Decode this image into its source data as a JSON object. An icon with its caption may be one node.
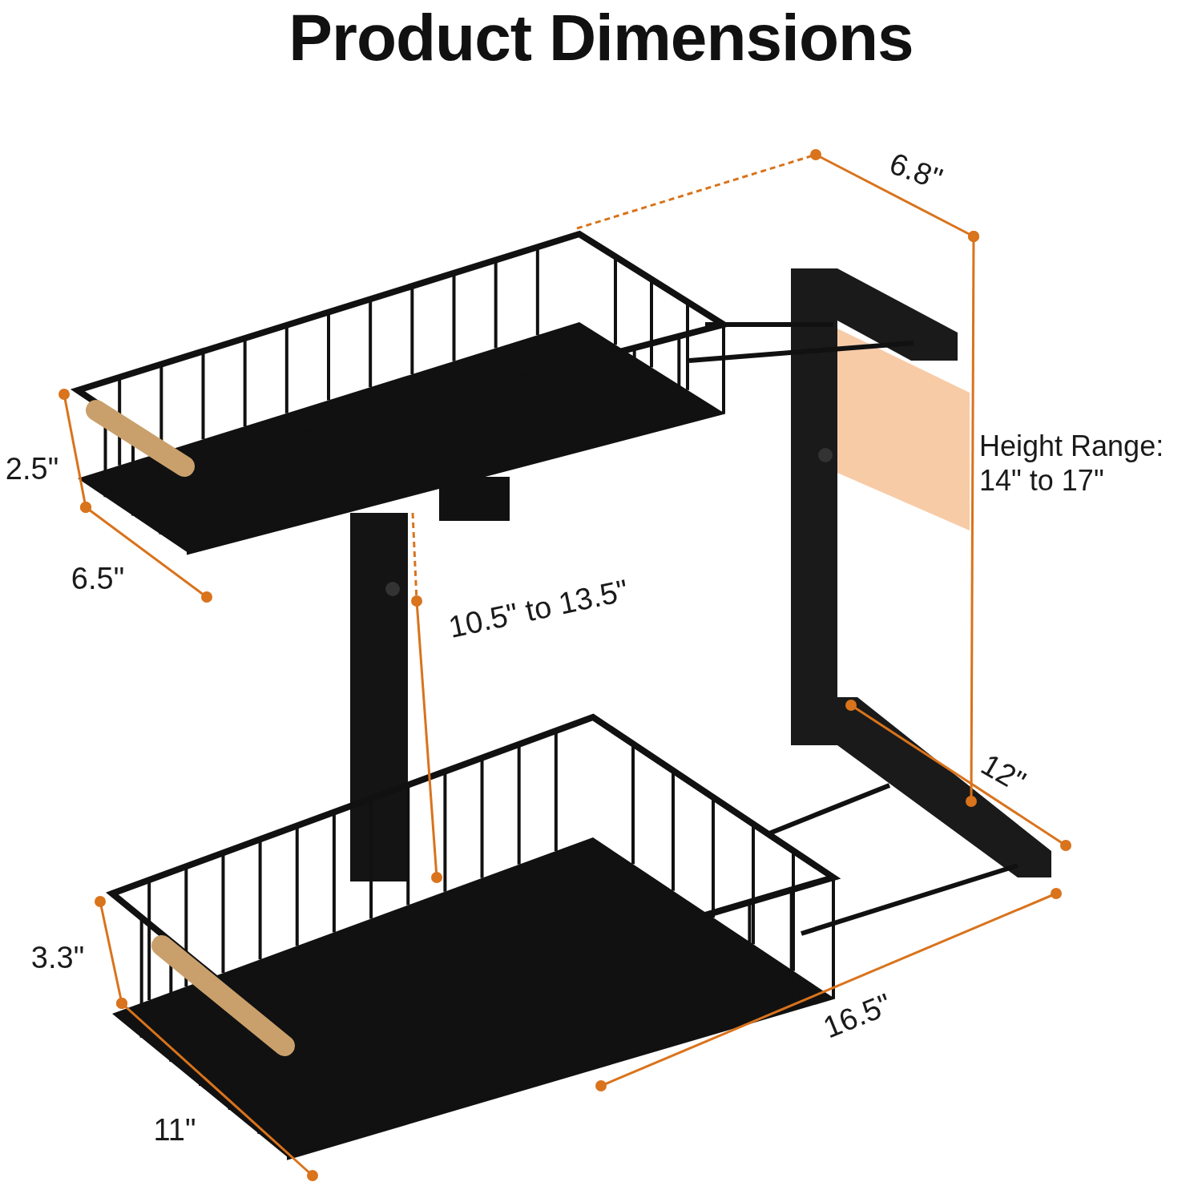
{
  "diagram": {
    "title": "Product Dimensions",
    "labels": [
      "6.8\"",
      "2.5\"",
      "Height Range: 14\" to 17\"",
      "6.5\"",
      "10.5\" to 13.5\"",
      "12\"",
      "3.3\"",
      "16.5\"",
      "11\""
    ]
  }
}
